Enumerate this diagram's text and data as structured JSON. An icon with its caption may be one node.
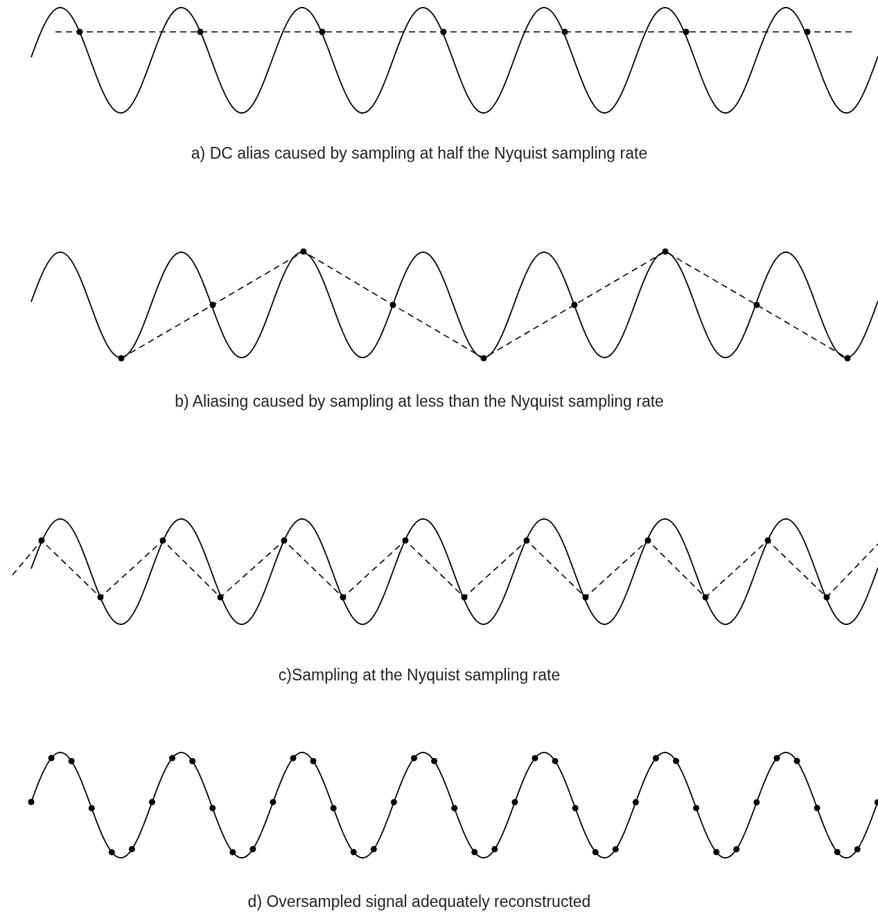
{
  "diagram": {
    "labels": [
      "a) DC alias caused by sampling at half the Nyquist sampling rate",
      "b) Aliasing caused by sampling at less than the Nyquist sampling rate",
      "c)Sampling at the Nyquist sampling rate",
      "d) Oversampled signal adequately reconstructed"
    ]
  }
}
